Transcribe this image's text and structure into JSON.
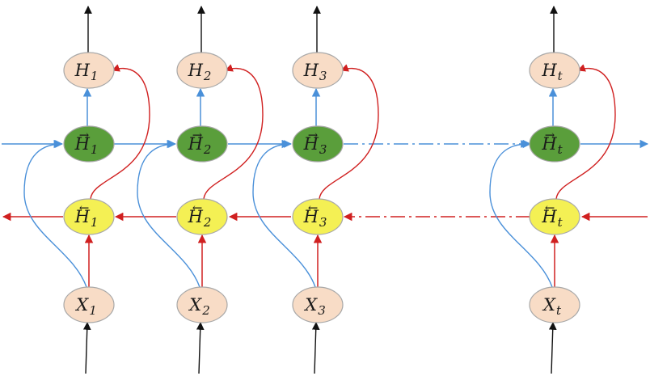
{
  "columns": [
    {
      "index": "1"
    },
    {
      "index": "2"
    },
    {
      "index": "3"
    },
    {
      "index": "t"
    }
  ],
  "labels": {
    "output": "H",
    "forward": "H",
    "backward": "H",
    "input": "X",
    "forward_arrow": "→",
    "backward_arrow": "←"
  },
  "colors": {
    "output_fill": "#f8dcc6",
    "input_fill": "#f8dcc6",
    "forward_fill": "#5a9e3b",
    "backward_fill": "#f4f054",
    "node_stroke": "#a8a8a8",
    "forward_flow": "#4a90d9",
    "backward_flow": "#d02020",
    "io_arrow": "#111111"
  }
}
